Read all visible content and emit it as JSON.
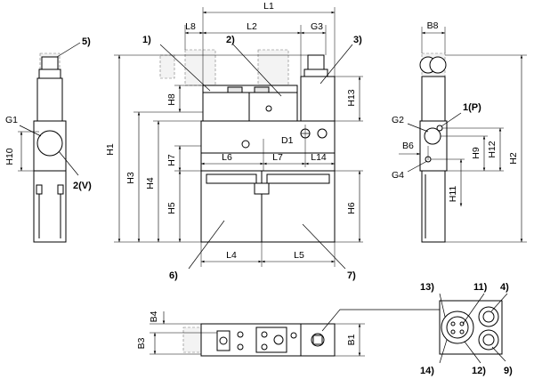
{
  "dimensions": {
    "L1": "L1",
    "L2": "L2",
    "L4": "L4",
    "L5": "L5",
    "L6": "L6",
    "L7": "L7",
    "L8": "L8",
    "L14": "L14",
    "G1": "G1",
    "G2": "G2",
    "G3": "G3",
    "G4": "G4",
    "B1": "B1",
    "B3": "B3",
    "B4": "B4",
    "B6": "B6",
    "B8": "B8",
    "H1": "H1",
    "H2": "H2",
    "H3": "H3",
    "H4": "H4",
    "H5": "H5",
    "H6": "H6",
    "H7": "H7",
    "H8": "H8",
    "H9": "H9",
    "H10": "H10",
    "H11": "H11",
    "H12": "H12",
    "H13": "H13",
    "D1": "D1"
  },
  "callouts": {
    "c1": "1)",
    "c2": "2)",
    "c3": "3)",
    "c4": "4)",
    "c5": "5)",
    "c6": "6)",
    "c7": "7)",
    "c9": "9)",
    "c11": "11)",
    "c12": "12)",
    "c13": "13)",
    "c14": "14)",
    "c2v": "2(V)",
    "c1p": "1(P)"
  }
}
